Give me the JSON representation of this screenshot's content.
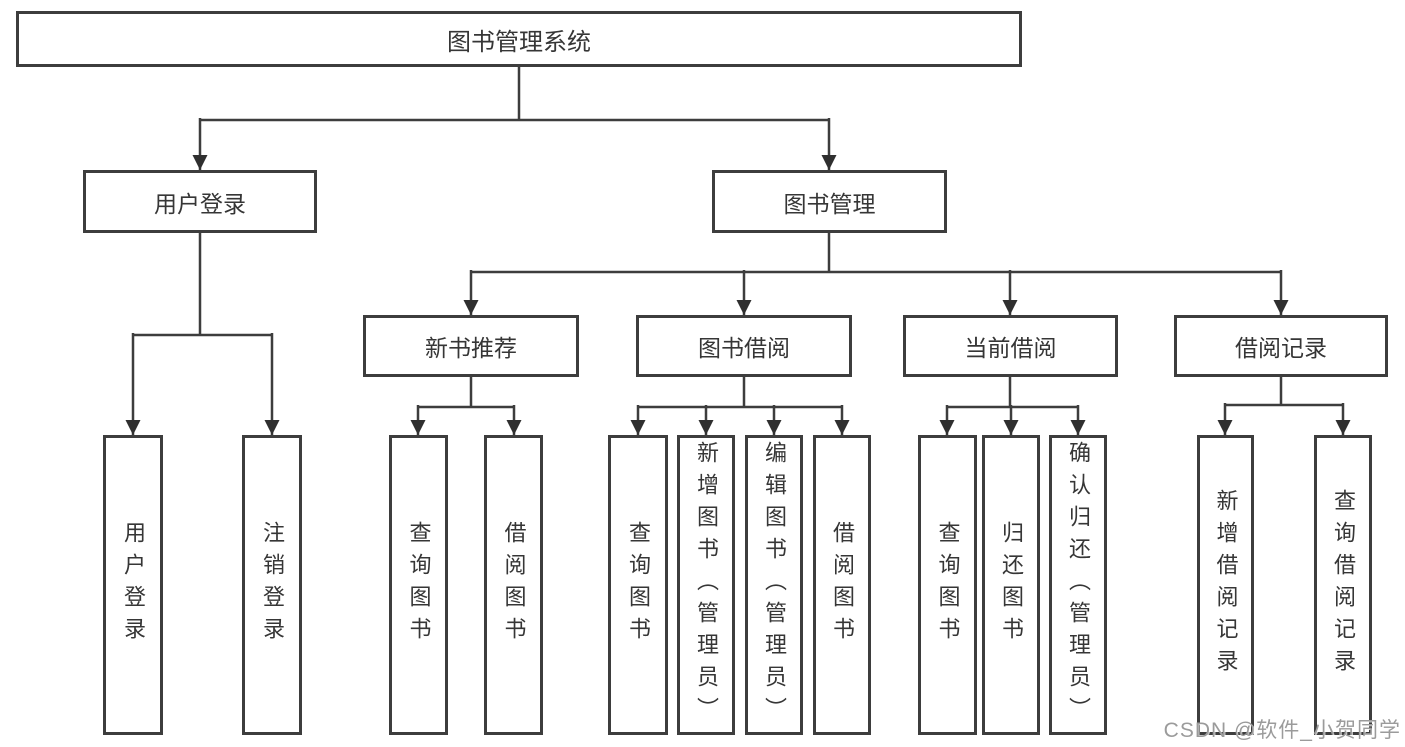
{
  "tree": {
    "root": {
      "label": "图书管理系统",
      "children": [
        {
          "label": "用户登录",
          "children": [
            {
              "label": "用户登录"
            },
            {
              "label": "注销登录"
            }
          ]
        },
        {
          "label": "图书管理",
          "children": [
            {
              "label": "新书推荐",
              "children": [
                {
                  "label": "查询图书"
                },
                {
                  "label": "借阅图书"
                }
              ]
            },
            {
              "label": "图书借阅",
              "children": [
                {
                  "label": "查询图书"
                },
                {
                  "label": "新增图书（管理员）"
                },
                {
                  "label": "编辑图书（管理员）"
                },
                {
                  "label": "借阅图书"
                }
              ]
            },
            {
              "label": "当前借阅",
              "children": [
                {
                  "label": "查询图书"
                },
                {
                  "label": "归还图书"
                },
                {
                  "label": "确认归还（管理员）"
                }
              ]
            },
            {
              "label": "借阅记录",
              "children": [
                {
                  "label": "新增借阅记录"
                },
                {
                  "label": "查询借阅记录"
                }
              ]
            }
          ]
        }
      ]
    }
  },
  "watermark": {
    "text": "CSDN @软件_小贺同学"
  },
  "colors": {
    "line": "#3d3d3d",
    "text": "#363636",
    "watermark": "#9b9b9b",
    "background": "#ffffff"
  }
}
